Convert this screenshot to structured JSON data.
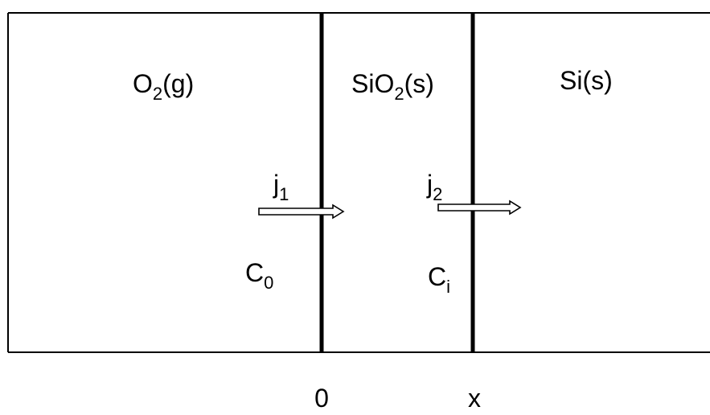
{
  "regions": {
    "gas": {
      "label": "O",
      "sub": "2",
      "tail": "(g)"
    },
    "oxide": {
      "label": "SiO",
      "sub": "2",
      "tail": "(s)"
    },
    "silicon": {
      "label": "Si(s)"
    }
  },
  "fluxes": {
    "j1": {
      "label": "j",
      "sub": "1"
    },
    "j2": {
      "label": "j",
      "sub": "2"
    }
  },
  "concentrations": {
    "surface": {
      "label": "C",
      "sub": "0"
    },
    "interface": {
      "label": "C",
      "sub": "i"
    }
  },
  "positions": {
    "surface": "0",
    "interface": "x"
  },
  "colors": {
    "line": "#000000",
    "background": "#ffffff",
    "arrow_fill": "#ffffff"
  }
}
